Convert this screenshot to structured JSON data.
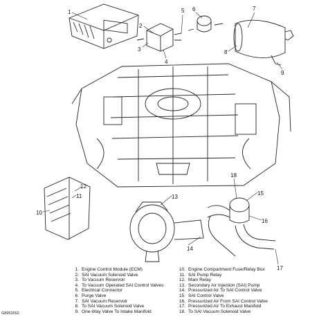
{
  "callouts": [
    "1",
    "2",
    "3",
    "4",
    "5",
    "6",
    "7",
    "8",
    "9",
    "10",
    "11",
    "12",
    "13",
    "14",
    "15",
    "16",
    "17",
    "18"
  ],
  "legend": {
    "left": [
      {
        "num": "1.",
        "text": "Engine Control Module (ECM)"
      },
      {
        "num": "2.",
        "text": "SAI Vacuum Solenoid Valve"
      },
      {
        "num": "3.",
        "text": "To Vacuum Reservoir"
      },
      {
        "num": "4.",
        "text": "To Vacuum Operated SAI Control Valves"
      },
      {
        "num": "5.",
        "text": "Electrical Connector"
      },
      {
        "num": "6.",
        "text": "Purge Valve"
      },
      {
        "num": "7.",
        "text": "SAI Vacuum Reservoir"
      },
      {
        "num": "8.",
        "text": "To SAI Vacuum Solenoid Valve"
      },
      {
        "num": "9.",
        "text": "One-Way Valve To Intake Manifold"
      }
    ],
    "right": [
      {
        "num": "10.",
        "text": "Engine Compartment Fuse/Relay Box"
      },
      {
        "num": "11.",
        "text": "SAI Pump Relay"
      },
      {
        "num": "12.",
        "text": "Main Relay"
      },
      {
        "num": "13.",
        "text": "Secondary Air Injection (SAI) Pump"
      },
      {
        "num": "14.",
        "text": "Pressurized Air To SAI Control Valve"
      },
      {
        "num": "15.",
        "text": "SAI Control Valve"
      },
      {
        "num": "16.",
        "text": "Pressurized Air From SAI Control Valve"
      },
      {
        "num": "17.",
        "text": "Pressurized Air To Exhaust Manifold"
      },
      {
        "num": "18.",
        "text": "To SAI Vacuum Solenoid Valve"
      }
    ]
  },
  "figure_id": "G8952652"
}
